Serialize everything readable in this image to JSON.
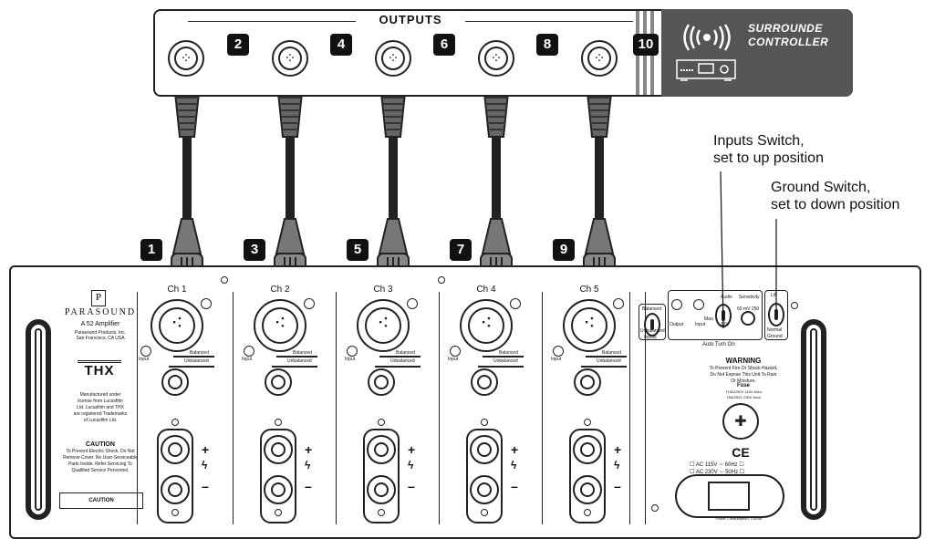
{
  "controller": {
    "outputs_label": "OUTPUTS",
    "name": "SURROUNDE\nCONTROLLER",
    "badges": [
      "2",
      "4",
      "6",
      "8",
      "10"
    ]
  },
  "cable_badges": [
    "1",
    "3",
    "5",
    "7",
    "9"
  ],
  "amplifier": {
    "brand": {
      "logo": "P",
      "name": "PARASOUND",
      "model": "A 52  Amplifier",
      "company": "Parasound Products, Inc.",
      "city": "San Francisco, CA USA",
      "thx": "THX",
      "licence": "Manufactured under\nlicense from Lucasfilm\nLtd. Lucasfilm and THX\nare registered Trademarks\nof Lucasfilm Ltd.",
      "caution_title": "CAUTION",
      "caution_text": "To Prevent Electric Shock, Do Not\nRemove Cover. No User-Serviceable\nParts Inside. Refer Servicing To\nQualified Service Personnel.",
      "caution_label": "CAUTION"
    },
    "channels": [
      {
        "label": "Ch 1"
      },
      {
        "label": "Ch 2"
      },
      {
        "label": "Ch 3"
      },
      {
        "label": "Ch 4"
      },
      {
        "label": "Ch 5"
      }
    ],
    "channel_text": {
      "input": "Input",
      "balanced": "Balanced",
      "unbalanced": "Unbalanced",
      "plus": "+",
      "minus": "–"
    },
    "panel": {
      "balanced": "Balanced",
      "unbalanced": "Unbalanced",
      "inputs": "Inputs",
      "sensitivity": "Sensitivity",
      "sens_values": "60  mV  250",
      "output": "Output",
      "input": "Input",
      "twelve_v": "12V",
      "man": "Man",
      "auto": "Audio",
      "auto_turn_on": "Auto Turn On",
      "lift": "Lift",
      "normal": "Normal",
      "ground": "Ground",
      "warning_title": "WARNING",
      "warning_text": "To Prevent Fire Or Shock Hazard,\nDo Not Expose This Unit To Rain\nOr Moisture.",
      "fuse_title": "Fuse",
      "fuse_text": "T15A/250V 115V Area\nT8A/250V 230V Area",
      "ce": "CE",
      "voltage": "☐ AC 115V ∼ 60Hz ☐\n☐ AC 230V ∼ 50Hz ☐",
      "power": "Power Consumption: 1350W"
    }
  },
  "annotations": {
    "inputs_switch": "Inputs Switch,\nset to up position",
    "ground_switch": "Ground Switch,\nset to down position"
  },
  "icons": {
    "wireless": "broadcast-icon",
    "receiver": "receiver-icon"
  }
}
